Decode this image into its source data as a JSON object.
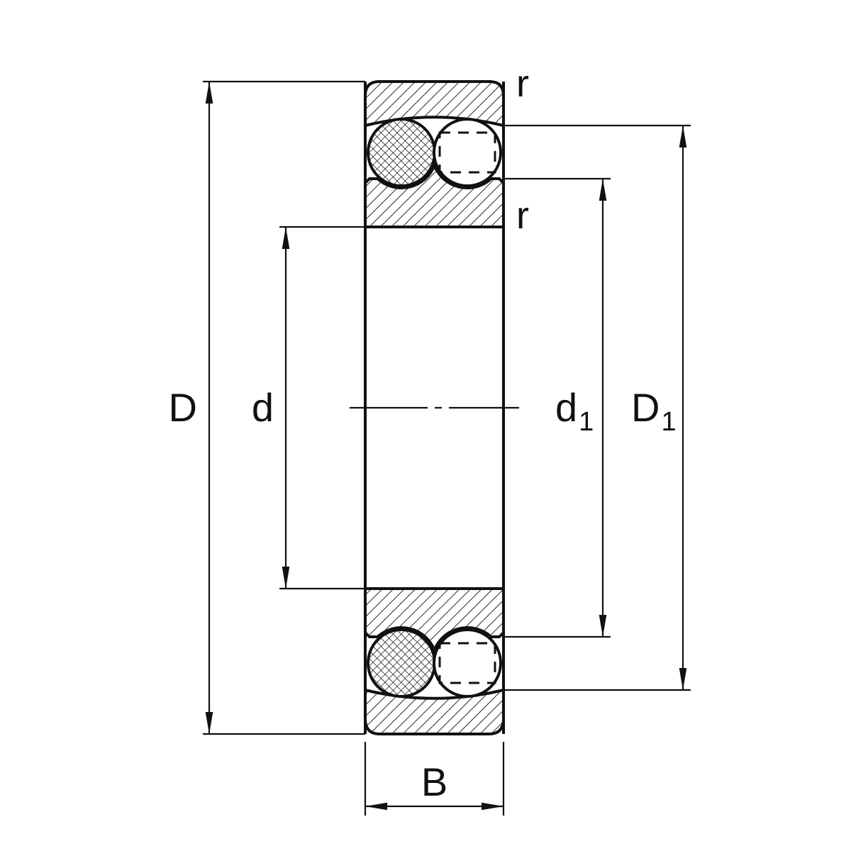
{
  "meta": {
    "background_color": "#ffffff",
    "line_color": "#111111"
  },
  "dimensions": {
    "outer_diameter_label": "D",
    "bore_label": "d",
    "inner_shoulder_base": "d",
    "inner_shoulder_sub": "1",
    "outer_shoulder_base": "D",
    "outer_shoulder_sub": "1",
    "width_label": "B",
    "chamfer_top_label": "r",
    "chamfer_inner_label": "r"
  }
}
